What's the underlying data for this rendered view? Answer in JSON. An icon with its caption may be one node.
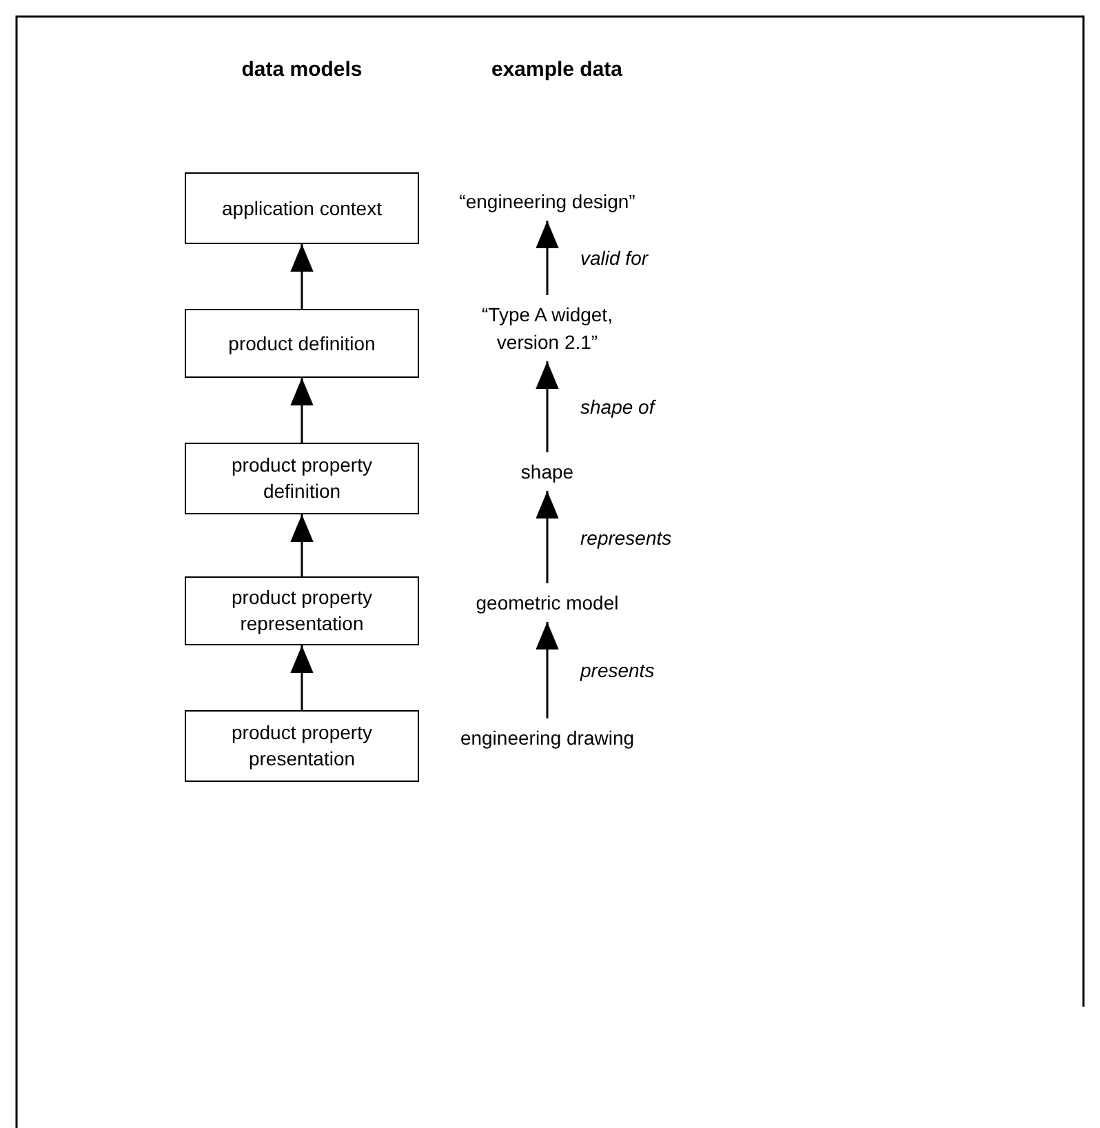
{
  "diagram": {
    "nodes": [
      {
        "text": [
          "application context"
        ]
      },
      {
        "text": [
          "product definition"
        ]
      },
      {
        "text": [
          "product property definition"
        ]
      },
      {
        "text": [
          "product property representation"
        ]
      },
      {
        "text": [
          "product property presentation"
        ]
      },
      {
        "text": [
          "“engineering design”"
        ]
      },
      {
        "text": [
          "“Type A widget, version 2.1”"
        ]
      },
      {
        "text": [
          "shape"
        ]
      },
      {
        "text": [
          "geometric model"
        ]
      },
      {
        "text": [
          "engineering drawing"
        ]
      }
    ],
    "edges": [
      {
        "from": 1,
        "to": 0,
        "arrow": "to"
      },
      {
        "from": 2,
        "to": 1,
        "arrow": "to"
      },
      {
        "from": 3,
        "to": 2,
        "arrow": "to"
      },
      {
        "from": 4,
        "to": 3,
        "arrow": "to"
      },
      {
        "from": 6,
        "to": 5,
        "arrow": "to",
        "label": "valid for"
      },
      {
        "from": 7,
        "to": 6,
        "arrow": "to",
        "label": "shape of"
      },
      {
        "from": 8,
        "to": 7,
        "arrow": "to",
        "label": "represents"
      },
      {
        "from": 9,
        "to": 8,
        "arrow": "to",
        "label": "presents"
      }
    ],
    "labels": [
      "data models",
      "example data"
    ]
  }
}
